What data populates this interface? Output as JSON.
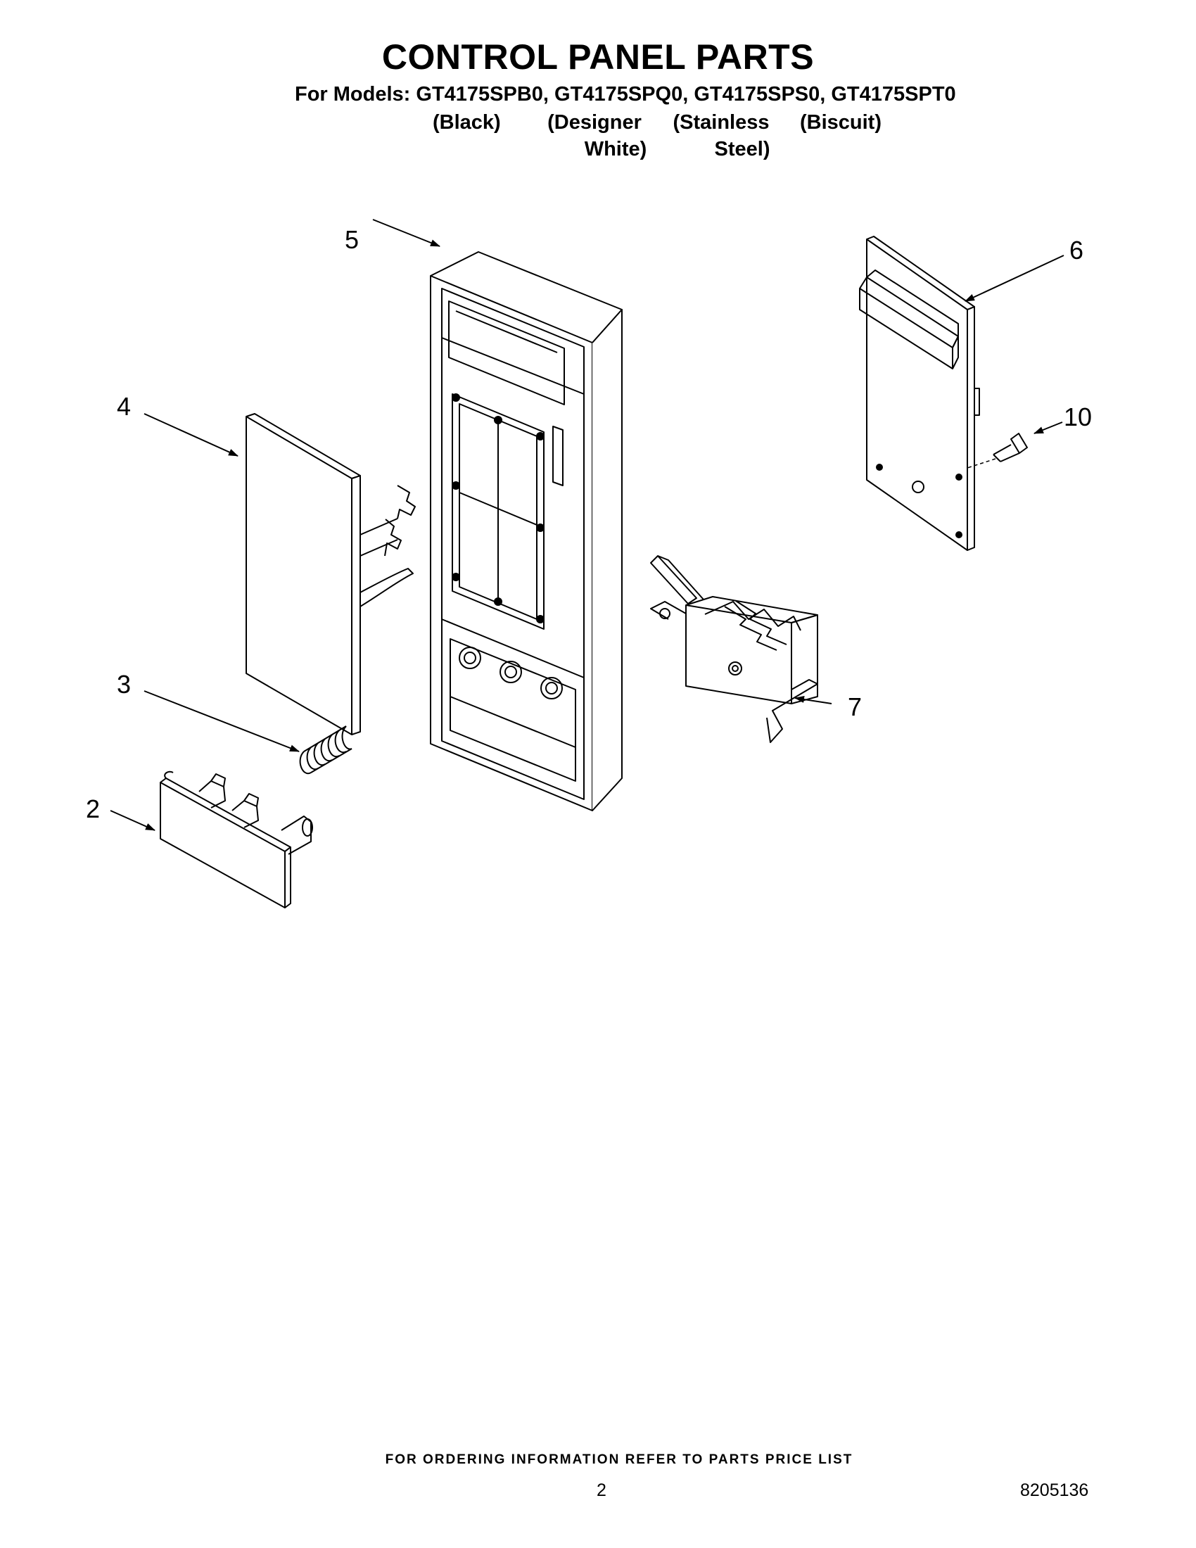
{
  "title": "CONTROL PANEL PARTS",
  "models_line": "For Models: GT4175SPB0, GT4175SPQ0, GT4175SPS0, GT4175SPT0",
  "variants": [
    {
      "line1": "(Black)",
      "line2": ""
    },
    {
      "line1": "(Designer",
      "line2": "White)"
    },
    {
      "line1": "(Stainless",
      "line2": "Steel)"
    },
    {
      "line1": "(Biscuit)",
      "line2": ""
    }
  ],
  "callouts": {
    "c2": "2",
    "c3": "3",
    "c4": "4",
    "c5": "5",
    "c6": "6",
    "c7": "7",
    "c10": "10"
  },
  "footer": {
    "ordering_note": "FOR ORDERING INFORMATION REFER TO PARTS PRICE LIST",
    "page_number": "2",
    "document_number": "8205136"
  }
}
